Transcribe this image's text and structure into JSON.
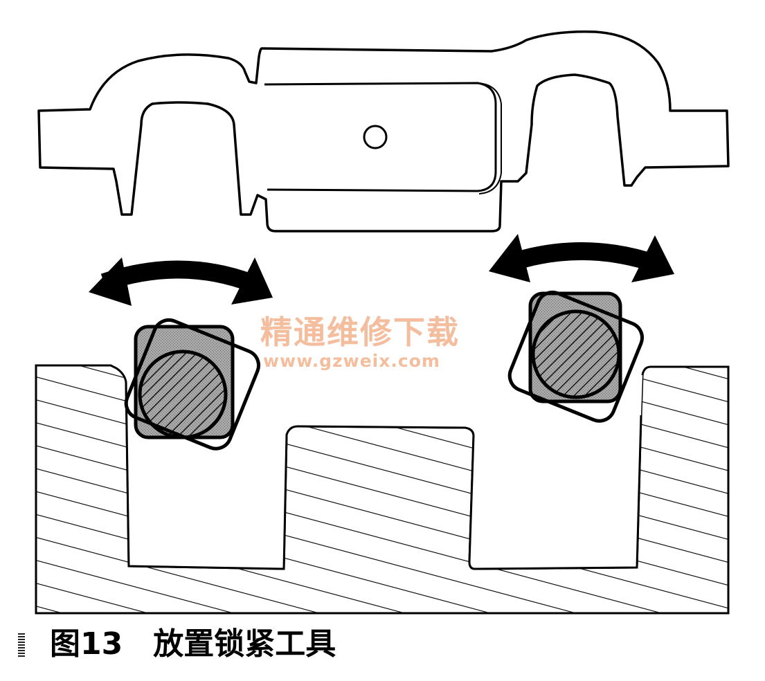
{
  "watermark": {
    "title": "精通维修下载",
    "url": "www.gzweix.com",
    "color": "#f3b38e"
  },
  "caption": {
    "figure_number": "图13",
    "title": "放置锁紧工具"
  },
  "colors": {
    "ink": "#000000",
    "paper": "#ffffff",
    "gray_block": "#9a9a9a"
  },
  "icons": {
    "left_arrow": "double-arrow-curved-icon",
    "right_arrow": "double-arrow-curved-icon"
  }
}
